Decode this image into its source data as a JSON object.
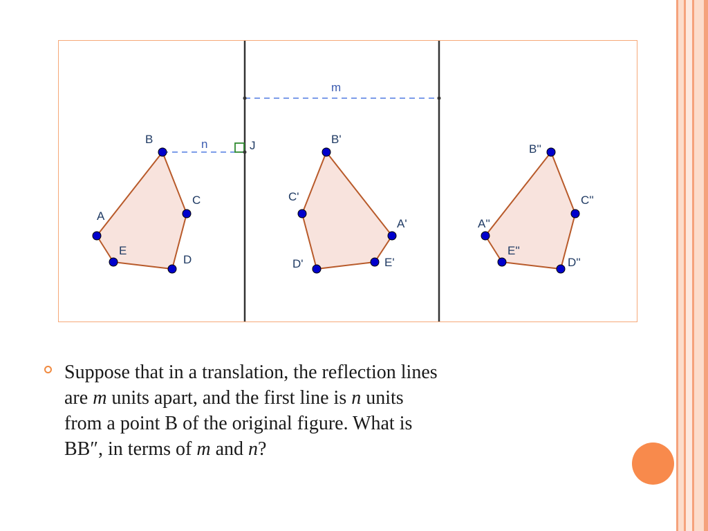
{
  "diagram": {
    "labels": {
      "A": "A",
      "B": "B",
      "C": "C",
      "D": "D",
      "E": "E",
      "A1": "A'",
      "B1": "B'",
      "C1": "C'",
      "D1": "D'",
      "E1": "E'",
      "A2": "A''",
      "B2": "B''",
      "C2": "C''",
      "D2": "D''",
      "E2": "E''",
      "J": "J",
      "m": "m",
      "n": "n"
    },
    "colors": {
      "polygon_fill": "#f8e3dd",
      "polygon_edge": "#b85a2a",
      "vertex": "#0000cc",
      "dashed": "#6a8ee6",
      "reflection_line": "#333333",
      "right_angle": "#2f8a2f"
    }
  },
  "text": {
    "line1": "Suppose that in a translation, the reflection lines",
    "line2a": "are ",
    "line2_m": "m",
    "line2b": " units apart, and the first line is ",
    "line2_n": "n",
    "line2c": " units",
    "line3": "from a point B of the original figure.  What is",
    "line4a": "BB″, in terms of ",
    "line4_m": "m",
    "line4b": " and ",
    "line4_n": "n",
    "line4c": "?"
  },
  "theme": {
    "accent": "#f88a4c",
    "frame_border": "#f6a878"
  }
}
